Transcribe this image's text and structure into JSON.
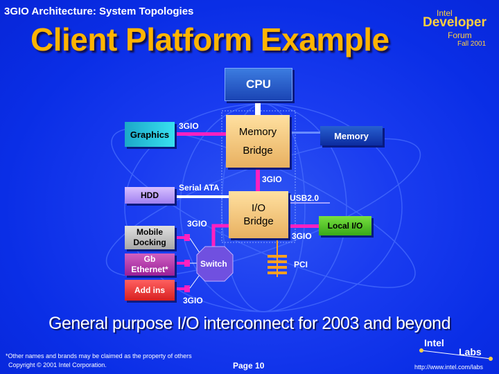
{
  "slide": {
    "supertitle": "3GIO Architecture: System Topologies",
    "title": "Client Platform Example",
    "tagline": "General purpose I/O interconnect for 2003 and beyond",
    "footnote": "*Other names and brands may be claimed as the property of others",
    "copyright": "Copyright © 2001 Intel Corporation.",
    "page": "Page 10",
    "url": "http://www.intel.com/labs"
  },
  "logo": {
    "line1": "Intel",
    "line2": "Developer",
    "line3": "Forum",
    "line4": "Fall 2001"
  },
  "labs_logo": {
    "word1": "Intel",
    "word2": "Labs"
  },
  "nodes": {
    "cpu": "CPU",
    "memory_bridge_line1": "Memory",
    "memory_bridge_line2": "Bridge",
    "io_bridge_line1": "I/O",
    "io_bridge_line2": "Bridge",
    "graphics": "Graphics",
    "memory": "Memory",
    "hdd": "HDD",
    "mobile_line1": "Mobile",
    "mobile_line2": "Docking",
    "gbe_line1": "Gb",
    "gbe_line2": "Ethernet*",
    "addins": "Add ins",
    "local_io": "Local I/O",
    "switch": "Switch"
  },
  "links": {
    "graphics": "3GIO",
    "bridges": "3GIO",
    "hdd": "Serial ATA",
    "usb": "USB2.0",
    "switch_up": "3GIO",
    "local_io": "3GIO",
    "pci": "PCI",
    "switch_down": "3GIO"
  },
  "colors": {
    "background": "#0a2ee6",
    "title": "#ffb400",
    "link_3gio": "#ff20c0",
    "link_white": "#ffffff",
    "pci_slots": "#ffa020"
  }
}
